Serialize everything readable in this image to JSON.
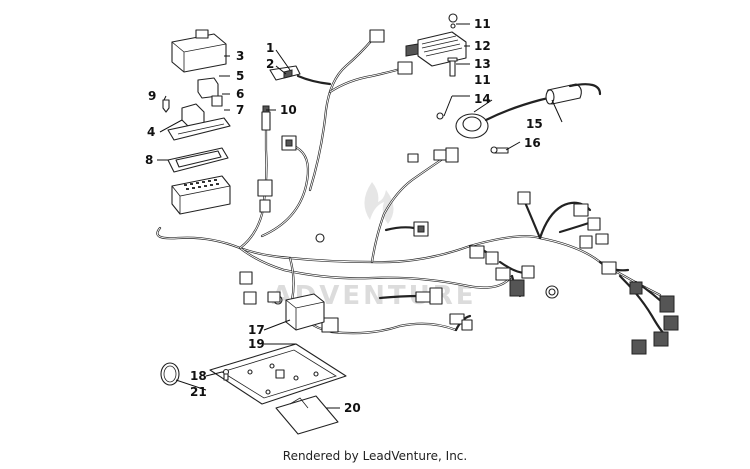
{
  "watermark_text": "ADVENTURE",
  "footer_text": "Rendered by LeadVenture, Inc.",
  "callouts": {
    "c1": "1",
    "c2": "2",
    "c3": "3",
    "c4": "4",
    "c5": "5",
    "c6": "6",
    "c7": "7",
    "c8": "8",
    "c9": "9",
    "c10": "10",
    "c11a": "11",
    "c11b": "11",
    "c12": "12",
    "c13": "13",
    "c14": "14",
    "c15": "15",
    "c16": "16",
    "c17": "17",
    "c18": "18",
    "c19": "19",
    "c20": "20",
    "c21": "21"
  }
}
